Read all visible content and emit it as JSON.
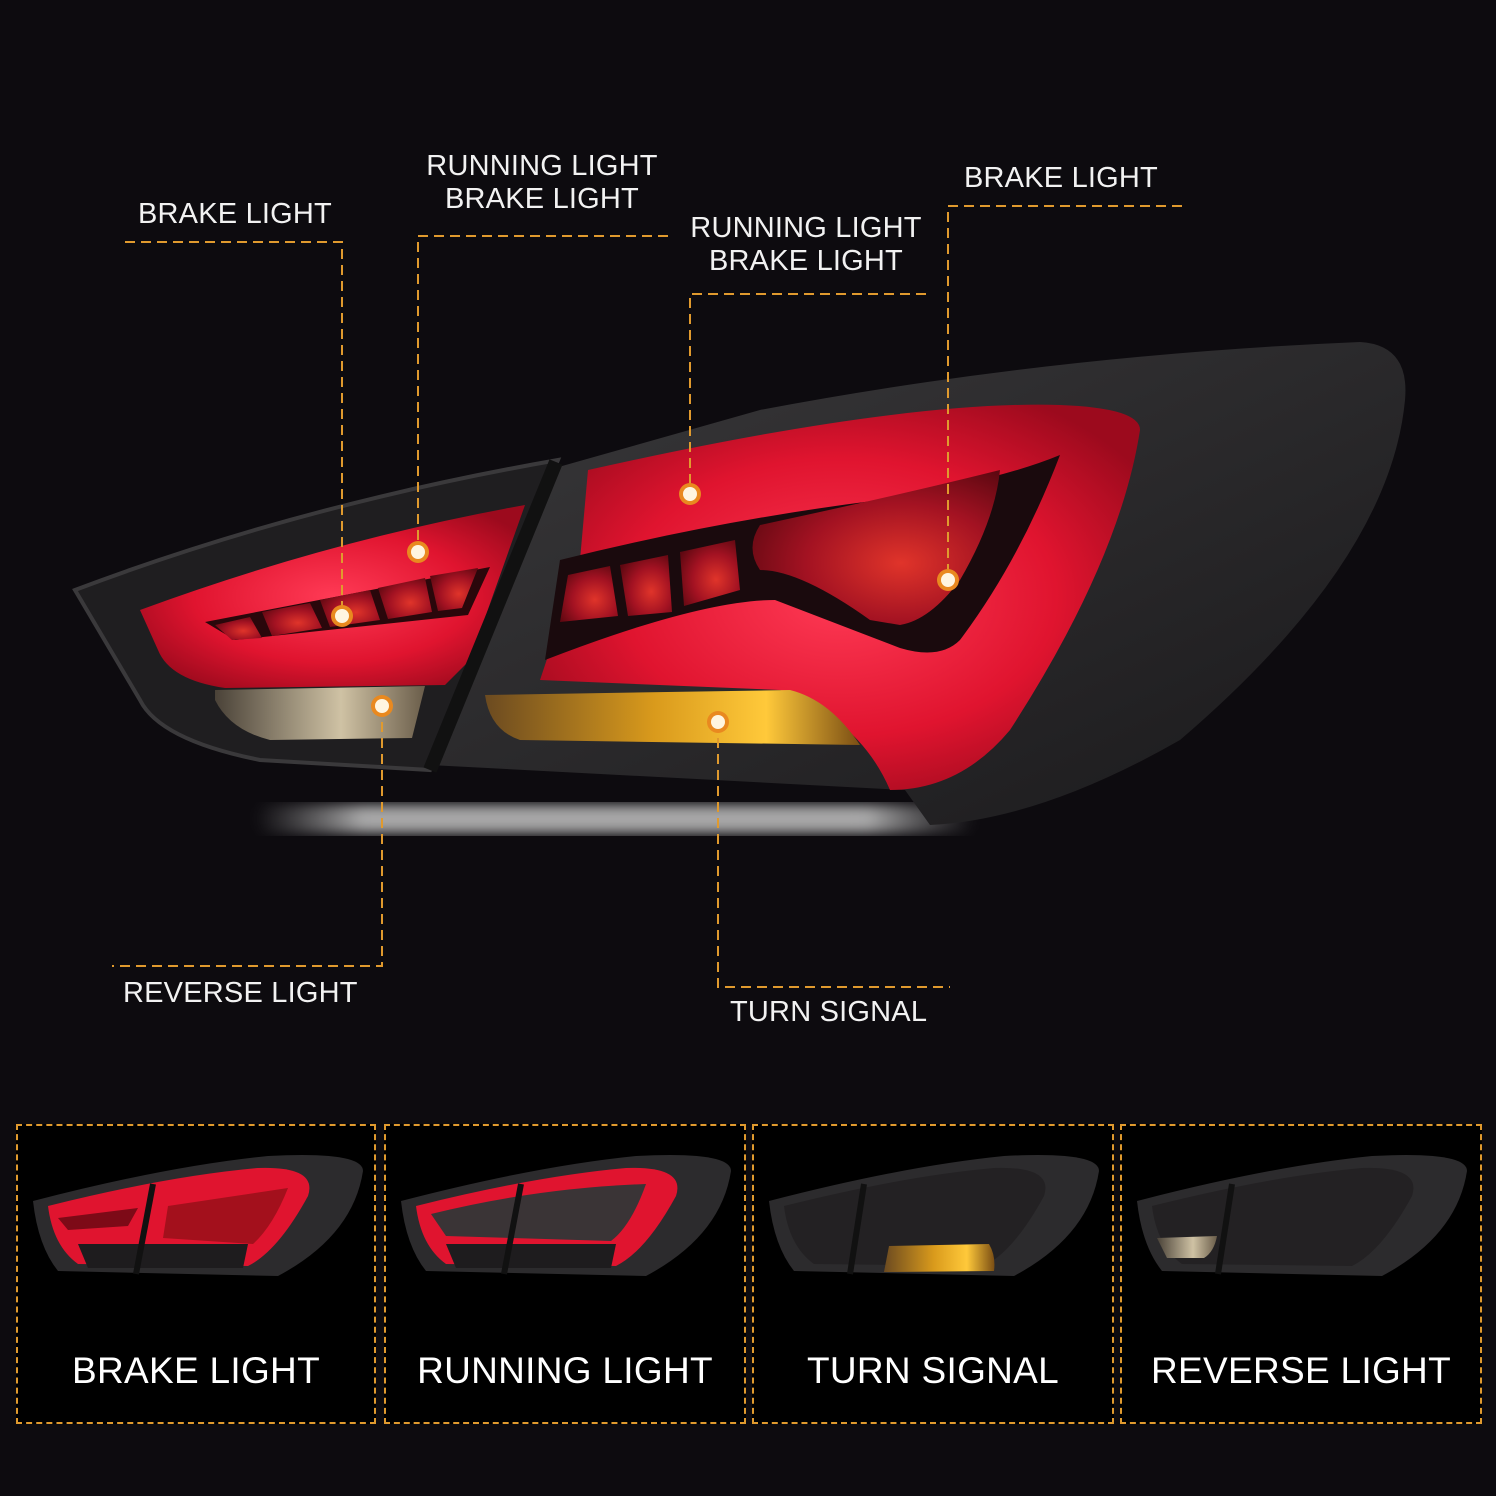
{
  "callouts": {
    "brake_left": {
      "lines": [
        "BRAKE LIGHT"
      ]
    },
    "running_brake_outer": {
      "lines": [
        "RUNNING LIGHT",
        "BRAKE LIGHT"
      ]
    },
    "running_brake_inner": {
      "lines": [
        "RUNNING LIGHT",
        "BRAKE LIGHT"
      ]
    },
    "brake_right": {
      "lines": [
        "BRAKE LIGHT"
      ]
    },
    "reverse": {
      "lines": [
        "REVERSE LIGHT"
      ]
    },
    "turn": {
      "lines": [
        "TURN SIGNAL"
      ]
    }
  },
  "panels": [
    {
      "label": "BRAKE LIGHT",
      "mode": "brake"
    },
    {
      "label": "RUNNING LIGHT",
      "mode": "running"
    },
    {
      "label": "TURN SIGNAL",
      "mode": "turn"
    },
    {
      "label": "REVERSE LIGHT",
      "mode": "reverse"
    }
  ],
  "colors": {
    "background": "#0d0b0f",
    "callout_line": "#e09a2e",
    "led_red": "#e8173a",
    "lens_red": "#a3101c",
    "amber": "#f2a915",
    "reverse_white": "#d9cdb0",
    "housing_smoke": "#2b2a2c",
    "text": "#f2f2f2"
  }
}
